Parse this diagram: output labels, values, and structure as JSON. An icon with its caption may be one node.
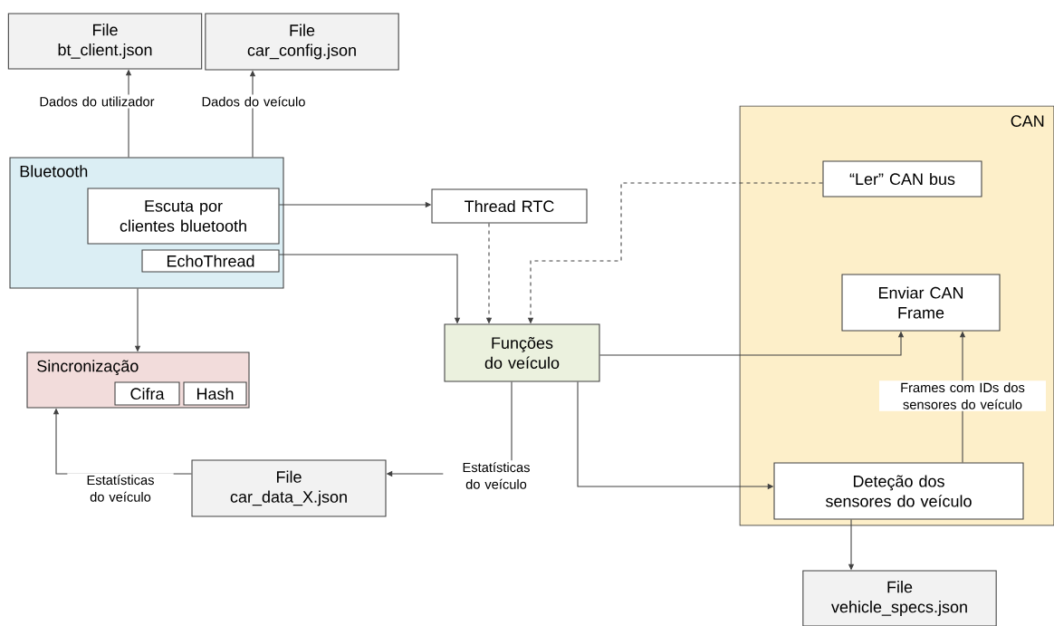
{
  "diagram": {
    "nodes": [
      {
        "text": [
          "File",
          "bt_client.json"
        ]
      },
      {
        "text": [
          "File",
          "car_config.json"
        ]
      },
      {
        "text": [
          "Bluetooth"
        ]
      },
      {
        "text": [
          "Escuta por clientes bluetooth"
        ],
        "in": 2
      },
      {
        "text": [
          "EchoThread"
        ],
        "in": 2
      },
      {
        "text": [
          "Thread RTC"
        ]
      },
      {
        "text": [
          "Sincronização"
        ]
      },
      {
        "text": [
          "Cifra"
        ],
        "in": 6
      },
      {
        "text": [
          "Hash"
        ],
        "in": 6
      },
      {
        "text": [
          "Funções do veículo"
        ]
      },
      {
        "text": [
          "CAN"
        ]
      },
      {
        "text": [
          "“Ler” CAN bus"
        ],
        "in": 10
      },
      {
        "text": [
          "Enviar CAN Frame"
        ],
        "in": 10
      },
      {
        "text": [
          "Deteção dos sensores do veículo"
        ],
        "in": 10
      },
      {
        "text": [
          "File",
          "car_data_X.json"
        ]
      },
      {
        "text": [
          "File",
          "vehicle_specs.json"
        ]
      }
    ],
    "edges": [
      {
        "from": 2,
        "to": 0,
        "arrow": "to",
        "label": "Dados do utilizador"
      },
      {
        "from": 2,
        "to": 1,
        "arrow": "to",
        "label": "Dados do veículo"
      },
      {
        "from": 3,
        "to": 5,
        "arrow": "to"
      },
      {
        "from": 4,
        "to": 9,
        "arrow": "to"
      },
      {
        "from": 5,
        "to": 9,
        "arrow": "to",
        "style": "dashed"
      },
      {
        "from": 11,
        "to": 9,
        "arrow": "to",
        "style": "dashed"
      },
      {
        "from": 2,
        "to": 6,
        "arrow": "to"
      },
      {
        "from": 9,
        "to": 12,
        "arrow": "to"
      },
      {
        "from": 13,
        "to": 12,
        "arrow": "to",
        "label": "Frames com IDs dos sensores do veículo"
      },
      {
        "from": 9,
        "to": 14,
        "arrow": "to",
        "label": "Estatísticas do veículo"
      },
      {
        "from": 14,
        "to": 6,
        "arrow": "to",
        "label": "Estatísticas do veículo"
      },
      {
        "from": 9,
        "to": 13,
        "arrow": "to"
      },
      {
        "from": 13,
        "to": 15,
        "arrow": "to"
      }
    ]
  }
}
